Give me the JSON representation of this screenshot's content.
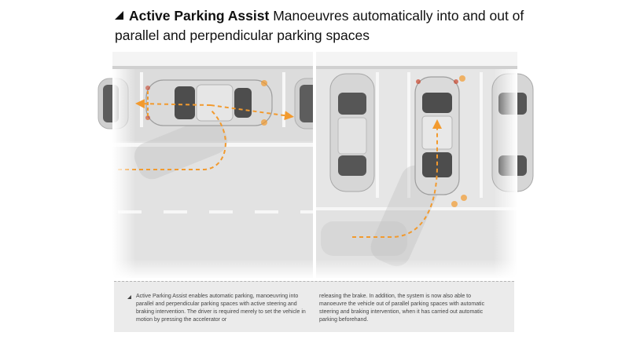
{
  "header": {
    "title_bold": "Active Parking Assist",
    "title_rest": " Manoeuvres automatically into and out of",
    "title_line2": "parallel and perpendicular parking spaces"
  },
  "caption": {
    "col1": "Active Parking Assist enables automatic parking, manoeuvring into parallel and perpendicular parking spaces with active steering and braking intervention. The driver is required merely to set the vehicle in motion by pressing the accelerator or",
    "col2": "releasing the brake. In addition, the system is now also able to manoeuvre the vehicle out of parallel parking spaces with automatic steering and braking intervention, when it has carried out automatic parking beforehand."
  },
  "colors": {
    "accent_orange": "#f29a2e",
    "road": "#e3e3e3",
    "curb": "#f2f2f2",
    "car_body": "#d4d4d4",
    "glass": "#5a5a5a"
  }
}
